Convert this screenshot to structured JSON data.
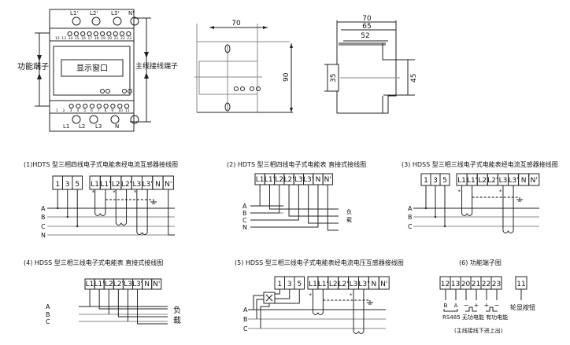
{
  "device_front": {
    "top_terminals": [
      "L1'",
      "L2'",
      "L3'",
      "N'"
    ],
    "top_numbers": [
      "12",
      "13",
      "14",
      "15",
      "16",
      "17",
      "18",
      "19",
      "20",
      "21",
      "22",
      "23"
    ],
    "bottom_numbers": [
      "1",
      "2",
      "3",
      "4",
      "5",
      "6",
      "7",
      "8",
      "9",
      "10",
      "11"
    ],
    "bottom_terminals": [
      "L1",
      "L2",
      "L3",
      "N"
    ],
    "display_label": "显示窗口",
    "left_label": "功能端子",
    "right_label": "主线接线端子"
  },
  "dimensions": {
    "front_width": "70",
    "front_height": "90",
    "side_width_70": "70",
    "side_width_65": "65",
    "side_width_52": "52",
    "rail_35": "35",
    "height_45": "45"
  },
  "diagrams": [
    {
      "title": "(1)HDTS 型三相四线电子式电能表经电流互感器接线图",
      "strip_a": [
        "1",
        "3",
        "5"
      ],
      "strip_b": [
        "L1",
        "L1'",
        "L2",
        "L2'",
        "L3",
        "L3'",
        "N",
        "N'"
      ],
      "phases": [
        "A",
        "B",
        "C",
        "N"
      ]
    },
    {
      "title": "(2) HDTS 型三相四线电子式电能表 直接式接线图",
      "strip_b": [
        "L1",
        "L1'",
        "L2",
        "L2'",
        "L3",
        "L3'",
        "N",
        "N'"
      ],
      "phases": [
        "A",
        "B",
        "C",
        "N"
      ],
      "load": [
        "负",
        "载"
      ]
    },
    {
      "title": "(3) HDSS 型三相三线电子式电能表经电流互感器接线图",
      "strip_a": [
        "1",
        "3",
        "5"
      ],
      "strip_b": [
        "L1",
        "L1'",
        "L2",
        "L2'",
        "L3",
        "L3'",
        "N",
        "N'"
      ],
      "phases": [
        "A",
        "B",
        "C"
      ]
    },
    {
      "title": "(4) HDSS 型三相三线电子式电能表 直接式接线图",
      "strip_b": [
        "L1",
        "L1'",
        "L2",
        "L2'",
        "L3",
        "L3'",
        "N",
        "N'"
      ],
      "phases": [
        "A",
        "B",
        "C"
      ],
      "load": [
        "负",
        "载"
      ]
    },
    {
      "title": "(5) HDSS 型三相三线电子式电能表经电流电压互感器接线图",
      "strip_a": [
        "1",
        "3",
        "5"
      ],
      "strip_b": [
        "L1",
        "L1'",
        "L2",
        "L2'",
        "L3",
        "L3'",
        "N",
        "N'"
      ],
      "phases": [
        "A",
        "B",
        "C"
      ]
    },
    {
      "title": "(6) 功能端子图",
      "strip_b": [
        "12",
        "13",
        "20",
        "21",
        "22",
        "23"
      ],
      "button_terminal": "11",
      "rs485_labels": [
        "B",
        "A"
      ],
      "pulse_signs": [
        "−",
        "+",
        "+",
        "−"
      ],
      "group_labels": "RS485 无功电能 有功电能",
      "button_label": "轮显按钮",
      "note": "(主线接线下进上出)"
    }
  ]
}
